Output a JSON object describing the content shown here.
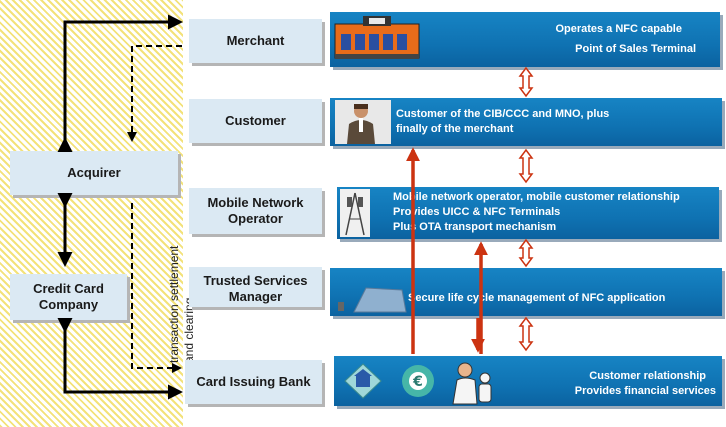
{
  "left": {
    "acquirer": "Acquirer",
    "credit_card_company_line1": "Credit Card",
    "credit_card_company_line2": "Company",
    "vertical_line1": "transaction settlement",
    "vertical_line2": "and clearing"
  },
  "roles": {
    "merchant": "Merchant",
    "customer": "Customer",
    "mno_line1": "Mobile Network",
    "mno_line2": "Operator",
    "tsm_line1": "Trusted Services",
    "tsm_line2": "Manager",
    "bank": "Card Issuing Bank"
  },
  "bars": {
    "merchant_line1": "Operates a NFC capable",
    "merchant_line2": "Point of Sales Terminal",
    "customer_line1": "Customer of the CIB/CCC and MNO, plus",
    "customer_line2": "finally of the merchant",
    "mno_line1": "Mobile network operator, mobile customer relationship",
    "mno_line2": "Provides UICC & NFC Terminals",
    "mno_line3": "Plus OTA transport mechanism",
    "tsm_line1": "Secure life cycle management of NFC application",
    "bank_line1": "Customer relationship",
    "bank_line2": "Provides financial services"
  },
  "icons": [
    "store-icon",
    "businessman-icon",
    "antenna-tower-icon",
    "fingerprint-device-icon",
    "bank-building-icon",
    "euro-exchange-icon",
    "banker-icon"
  ],
  "colors": {
    "bar_blue": "#1177bb",
    "role_box": "#dbe9f3",
    "arrow_red": "#cc3311",
    "hatch_yellow": "#f3e27a"
  }
}
